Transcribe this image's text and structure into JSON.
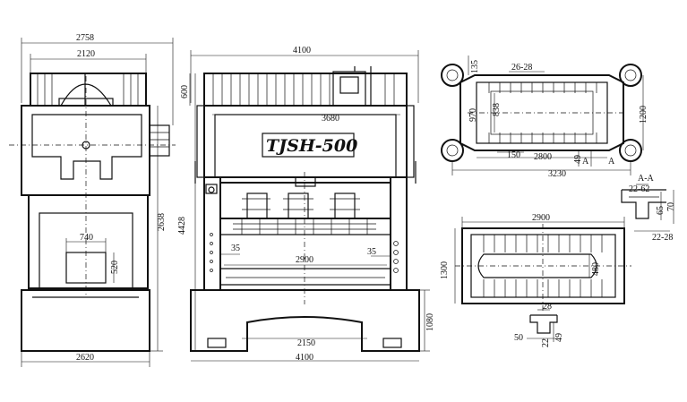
{
  "logo_text": "TJSH-500",
  "left_view": {
    "dims": {
      "top_overall": "2758",
      "top_inner": "2120",
      "window_w": "740",
      "window_h": "520",
      "height": "2638",
      "base_w": "2620"
    }
  },
  "front_view": {
    "dims": {
      "top_overall": "4100",
      "top_h": "600",
      "crown_w": "3680",
      "height": "4428",
      "side_l": "35",
      "side_r": "35",
      "bolster": "2900",
      "base_inner": "2150",
      "base_w": "4100",
      "base_h": "1080"
    }
  },
  "top_view": {
    "dims": {
      "slot_spacing": "26-28",
      "top_tick": "135",
      "left_a": "970",
      "left_b": "838",
      "right_h": "1200",
      "small": "150",
      "inner_w": "2800",
      "sec_left": "49",
      "sec_right": "A",
      "sec_tag": "A",
      "overall_w": "3230"
    }
  },
  "bolster_view": {
    "dims": {
      "overall_w": "2900",
      "height": "1300",
      "center": "480",
      "slot_w": "28",
      "bottom_a": "50",
      "bottom_b": "22",
      "bottom_c": "49"
    }
  },
  "section_aa": {
    "title": "A-A",
    "dims": {
      "top": "22-62",
      "h1": "65",
      "h2": "70",
      "bottom": "22-28"
    }
  }
}
